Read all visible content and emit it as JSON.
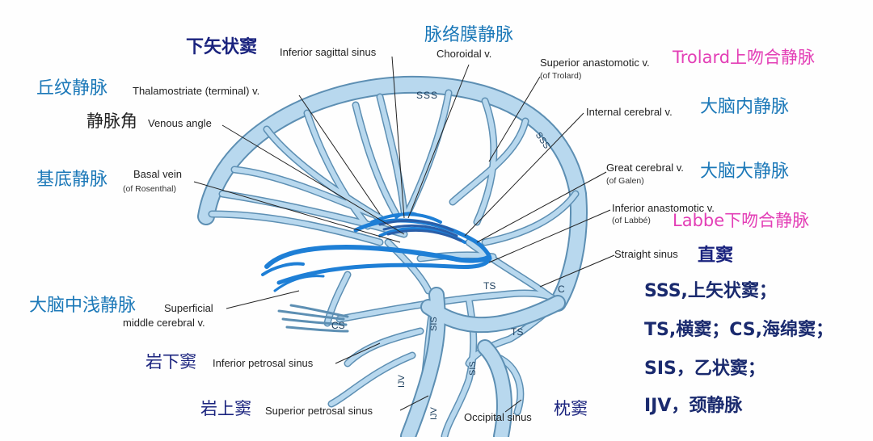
{
  "labels": {
    "inferior_sagittal_zh": "下矢状窦",
    "inferior_sagittal_en": "Inferior sagittal sinus",
    "choroidal_zh": "脉络膜静脉",
    "choroidal_en": "Choroidal v.",
    "sup_anastomotic_en": "Superior anastomotic v.",
    "sup_anastomotic_en2": "(of Trolard)",
    "trolard_zh": "Trolard上吻合静脉",
    "thalamostriate_zh": "丘纹静脉",
    "thalamostriate_en": "Thalamostriate (terminal) v.",
    "venous_angle_zh": "静脉角",
    "venous_angle_en": "Venous angle",
    "internal_cerebral_en": "Internal cerebral v.",
    "internal_cerebral_zh": "大脑内静脉",
    "basal_zh": "基底静脉",
    "basal_en": "Basal vein",
    "basal_en2": "(of Rosenthal)",
    "great_cerebral_en": "Great cerebral v.",
    "great_cerebral_en2": "(of Galen)",
    "great_cerebral_zh": "大脑大静脉",
    "inf_anastomotic_en": "Inferior anastomotic v.",
    "inf_anastomotic_en2": "(of Labbé)",
    "labbe_zh": "Labbe下吻合静脉",
    "straight_en": "Straight sinus",
    "straight_zh": "直窦",
    "superficial_middle_zh": "大脑中浅静脉",
    "superficial_middle_en": "Superficial",
    "superficial_middle_en2": "middle cerebral v.",
    "inf_petrosal_zh": "岩下窦",
    "inf_petrosal_en": "Inferior petrosal sinus",
    "sup_petrosal_zh": "岩上窦",
    "sup_petrosal_en": "Superior petrosal sinus",
    "occipital_en": "Occipital sinus",
    "occipital_zh": "枕窦"
  },
  "structure_labels": {
    "sss_top": "SSS",
    "sss_side": "SSS",
    "ts_upper": "TS",
    "ts_lower": "TS",
    "c": "C",
    "cs": "CS",
    "sis_1": "SIS",
    "sis_2": "SIS",
    "ijv_1": "IJV",
    "ijv_2": "IJV"
  },
  "legend": {
    "line1": "SSS,上矢状窦；",
    "line2": "TS,横窦；CS,海绵窦；",
    "line3": "SIS，乙状窦；",
    "line4": "IJV，颈静脉"
  },
  "colors": {
    "vessel_fill": "#b8d8ee",
    "vessel_outline": "#5d8fb3",
    "deep_vein": "#1e7fd6",
    "label_blue": "#1b78b8",
    "label_navy": "#1a237e",
    "label_pink": "#e33fb6"
  }
}
